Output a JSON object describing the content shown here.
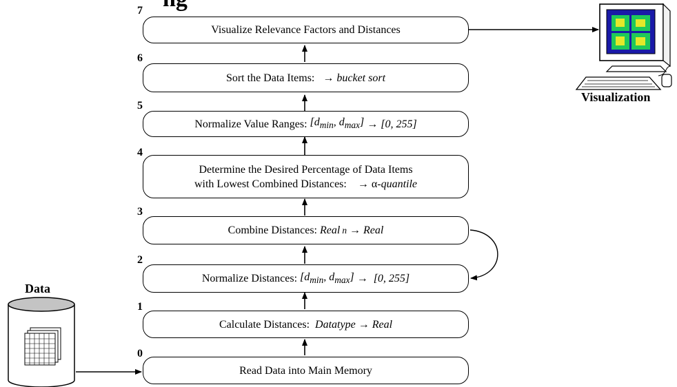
{
  "title_fragment": "ng",
  "visualization_label": "Visualization",
  "data_label": "Data",
  "arrow": "→",
  "steps": [
    {
      "number": "0",
      "text": "Read Data into Main Memory"
    },
    {
      "number": "1",
      "text": "Calculate Distances:",
      "formula": {
        "left": "Datatype",
        "right": "Real"
      }
    },
    {
      "number": "2",
      "text": "Normalize Distances:",
      "formula": {
        "d": "d",
        "min": "min",
        "max": "max",
        "range": "[0, 255]"
      }
    },
    {
      "number": "3",
      "text": "Combine Distances:",
      "formula": {
        "left": "Real",
        "sup": "n",
        "right": "Real"
      }
    },
    {
      "number": "4",
      "line1": "Determine the Desired Percentage of Data Items",
      "line2": "with Lowest Combined Distances:",
      "formula": {
        "alpha": "α",
        "quantile": "-quantile"
      }
    },
    {
      "number": "5",
      "text": "Normalize Value Ranges:",
      "formula": {
        "d": "d",
        "min": "min",
        "max": "max",
        "range": "[0, 255]"
      }
    },
    {
      "number": "6",
      "text": "Sort the Data Items:",
      "formula": {
        "method": "bucket sort"
      }
    },
    {
      "number": "7",
      "text": "Visualize Relevance Factors and Distances"
    }
  ]
}
